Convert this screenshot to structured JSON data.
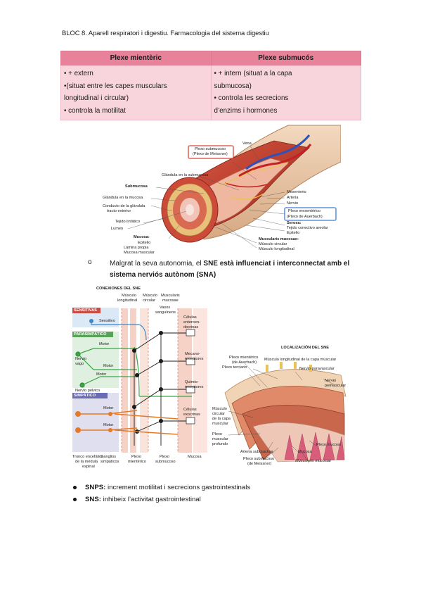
{
  "header": "BLOC 8. Aparell respiratori i digestiu. Farmacologia del sistema digestiu",
  "table": {
    "headers": [
      "Plexe mientèric",
      "Plexe submucós"
    ],
    "col1": [
      "• + extern",
      "•(situat entre les capes musculars",
      "longitudinal i circular)",
      "• controla la motilitat"
    ],
    "col2": [
      "• + intern (situat a la capa",
      "submucosa)",
      "• controla les secrecions",
      "d’enzims i hormones"
    ]
  },
  "fig1": {
    "vena": "Vena",
    "plexo_sub_1": "Plexo submucoso",
    "plexo_sub_2": "(Plexo de Meissner)",
    "glandula_sub": "Glándula en la submucosa",
    "submucosa": "Submucosa",
    "glandula_muc": "Glándula en la mucosa",
    "conducto_1": "Conducto de la glándula",
    "conducto_2": "tracto exterior",
    "tejido_linf": "Tejido linfático",
    "lumen": "Lumen",
    "mucosa": "Mucosa:",
    "epitelio": "Epitelio",
    "lamina": "Lámina propia",
    "muc_musc": "Mucosa muscular",
    "mesenterio": "Mesenterio",
    "arteria": "Arteria",
    "nervio": "Nervio",
    "plexo_mes_1": "Plexo mesentérico",
    "plexo_mes_2": "(Plexo de Auerbach)",
    "serosa": "Serosa:",
    "tejido_con": "Tejido conectivo areolar",
    "epitelio2": "Epitelio",
    "musc_mucosae": "Muscularis mucosae:",
    "musc_circ": "Músculo circular",
    "musc_long": "Músculo longitudinal"
  },
  "paragraph": {
    "bullet": "o",
    "pre": "Malgrat la seva autonomia, el ",
    "bold": "SNE està influenciat i interconnectat amb el sistema nerviós autònom (SNA)"
  },
  "fig2": {
    "title": "CONEXIONES DEL SNE",
    "col1": "Músculo",
    "col1b": "longitudinal",
    "col2": "Músculo",
    "col2b": "circular",
    "col3": "Muscularis",
    "col3b": "mucosae",
    "vasos": "Vasos",
    "vasos_b": "sanguíneos",
    "celulas_1": "Células",
    "celulas_2": "enteroen-",
    "celulas_3": "docrinas",
    "sensitivas": "SENSITIVAS",
    "sensitivo": "Sensitivo",
    "parasimpatico": "PARASIMPÁTICO",
    "motor": "Motor",
    "nervio_vago": "Nervio",
    "nervio_vago_b": "vago",
    "mecano_1": "Mecano-",
    "mecano_2": "receptores",
    "nervio_pelvico": "Nervio pélvico",
    "quimio_1": "Quimio-",
    "quimio_2": "receptores",
    "simpatico": "SIMPÁTICO",
    "celulas_exo_1": "Células",
    "celulas_exo_2": "exocrinas",
    "tronco_1": "Tronco encefálico",
    "tronco_2": "de la médula",
    "tronco_3": "espinal",
    "ganglios_1": "Ganglios",
    "ganglios_2": "simpáticos",
    "plexo_mient_1": "Plexo",
    "plexo_mient_2": "mientérico",
    "plexo_sub_1": "Plexo",
    "plexo_sub_2": "submucoso",
    "mucosa": "Mucosa"
  },
  "fig3": {
    "title": "LOCALIZACIÓN DEL SNE",
    "plexo_mient_1": "Plexo mientérico",
    "plexo_mient_2": "(de Auerbach)",
    "musc_long": "Músculo longitudinal de la capa muscular",
    "plexo_terciario": "Plexo terciario",
    "nervio_paravascular": "Nervio paravascular",
    "nervio_perivascular_1": "Nervio",
    "nervio_perivascular_2": "perivascular",
    "musc_circ_1": "Músculo",
    "musc_circ_2": "circular",
    "musc_circ_3": "de la capa",
    "musc_circ_4": "muscular",
    "plexo_musc_1": "Plexo",
    "plexo_musc_2": "muscular",
    "plexo_musc_3": "profundo",
    "plexo_mucoso": "Plexo mucoso",
    "mucosa": "Mucosa",
    "arteria_sub": "Arteria submucosa",
    "plexo_sub_1": "Plexo submucoso",
    "plexo_sub_2": "(de Meissner)",
    "muscularis": "Muscularis mucosae"
  },
  "bullets": [
    {
      "bold": "SNPS:",
      "text": " increment motilitat i secrecions gastrointestinals"
    },
    {
      "bold": "SNS:",
      "text": " inhibeix l’activitat gastrointestinal"
    }
  ]
}
